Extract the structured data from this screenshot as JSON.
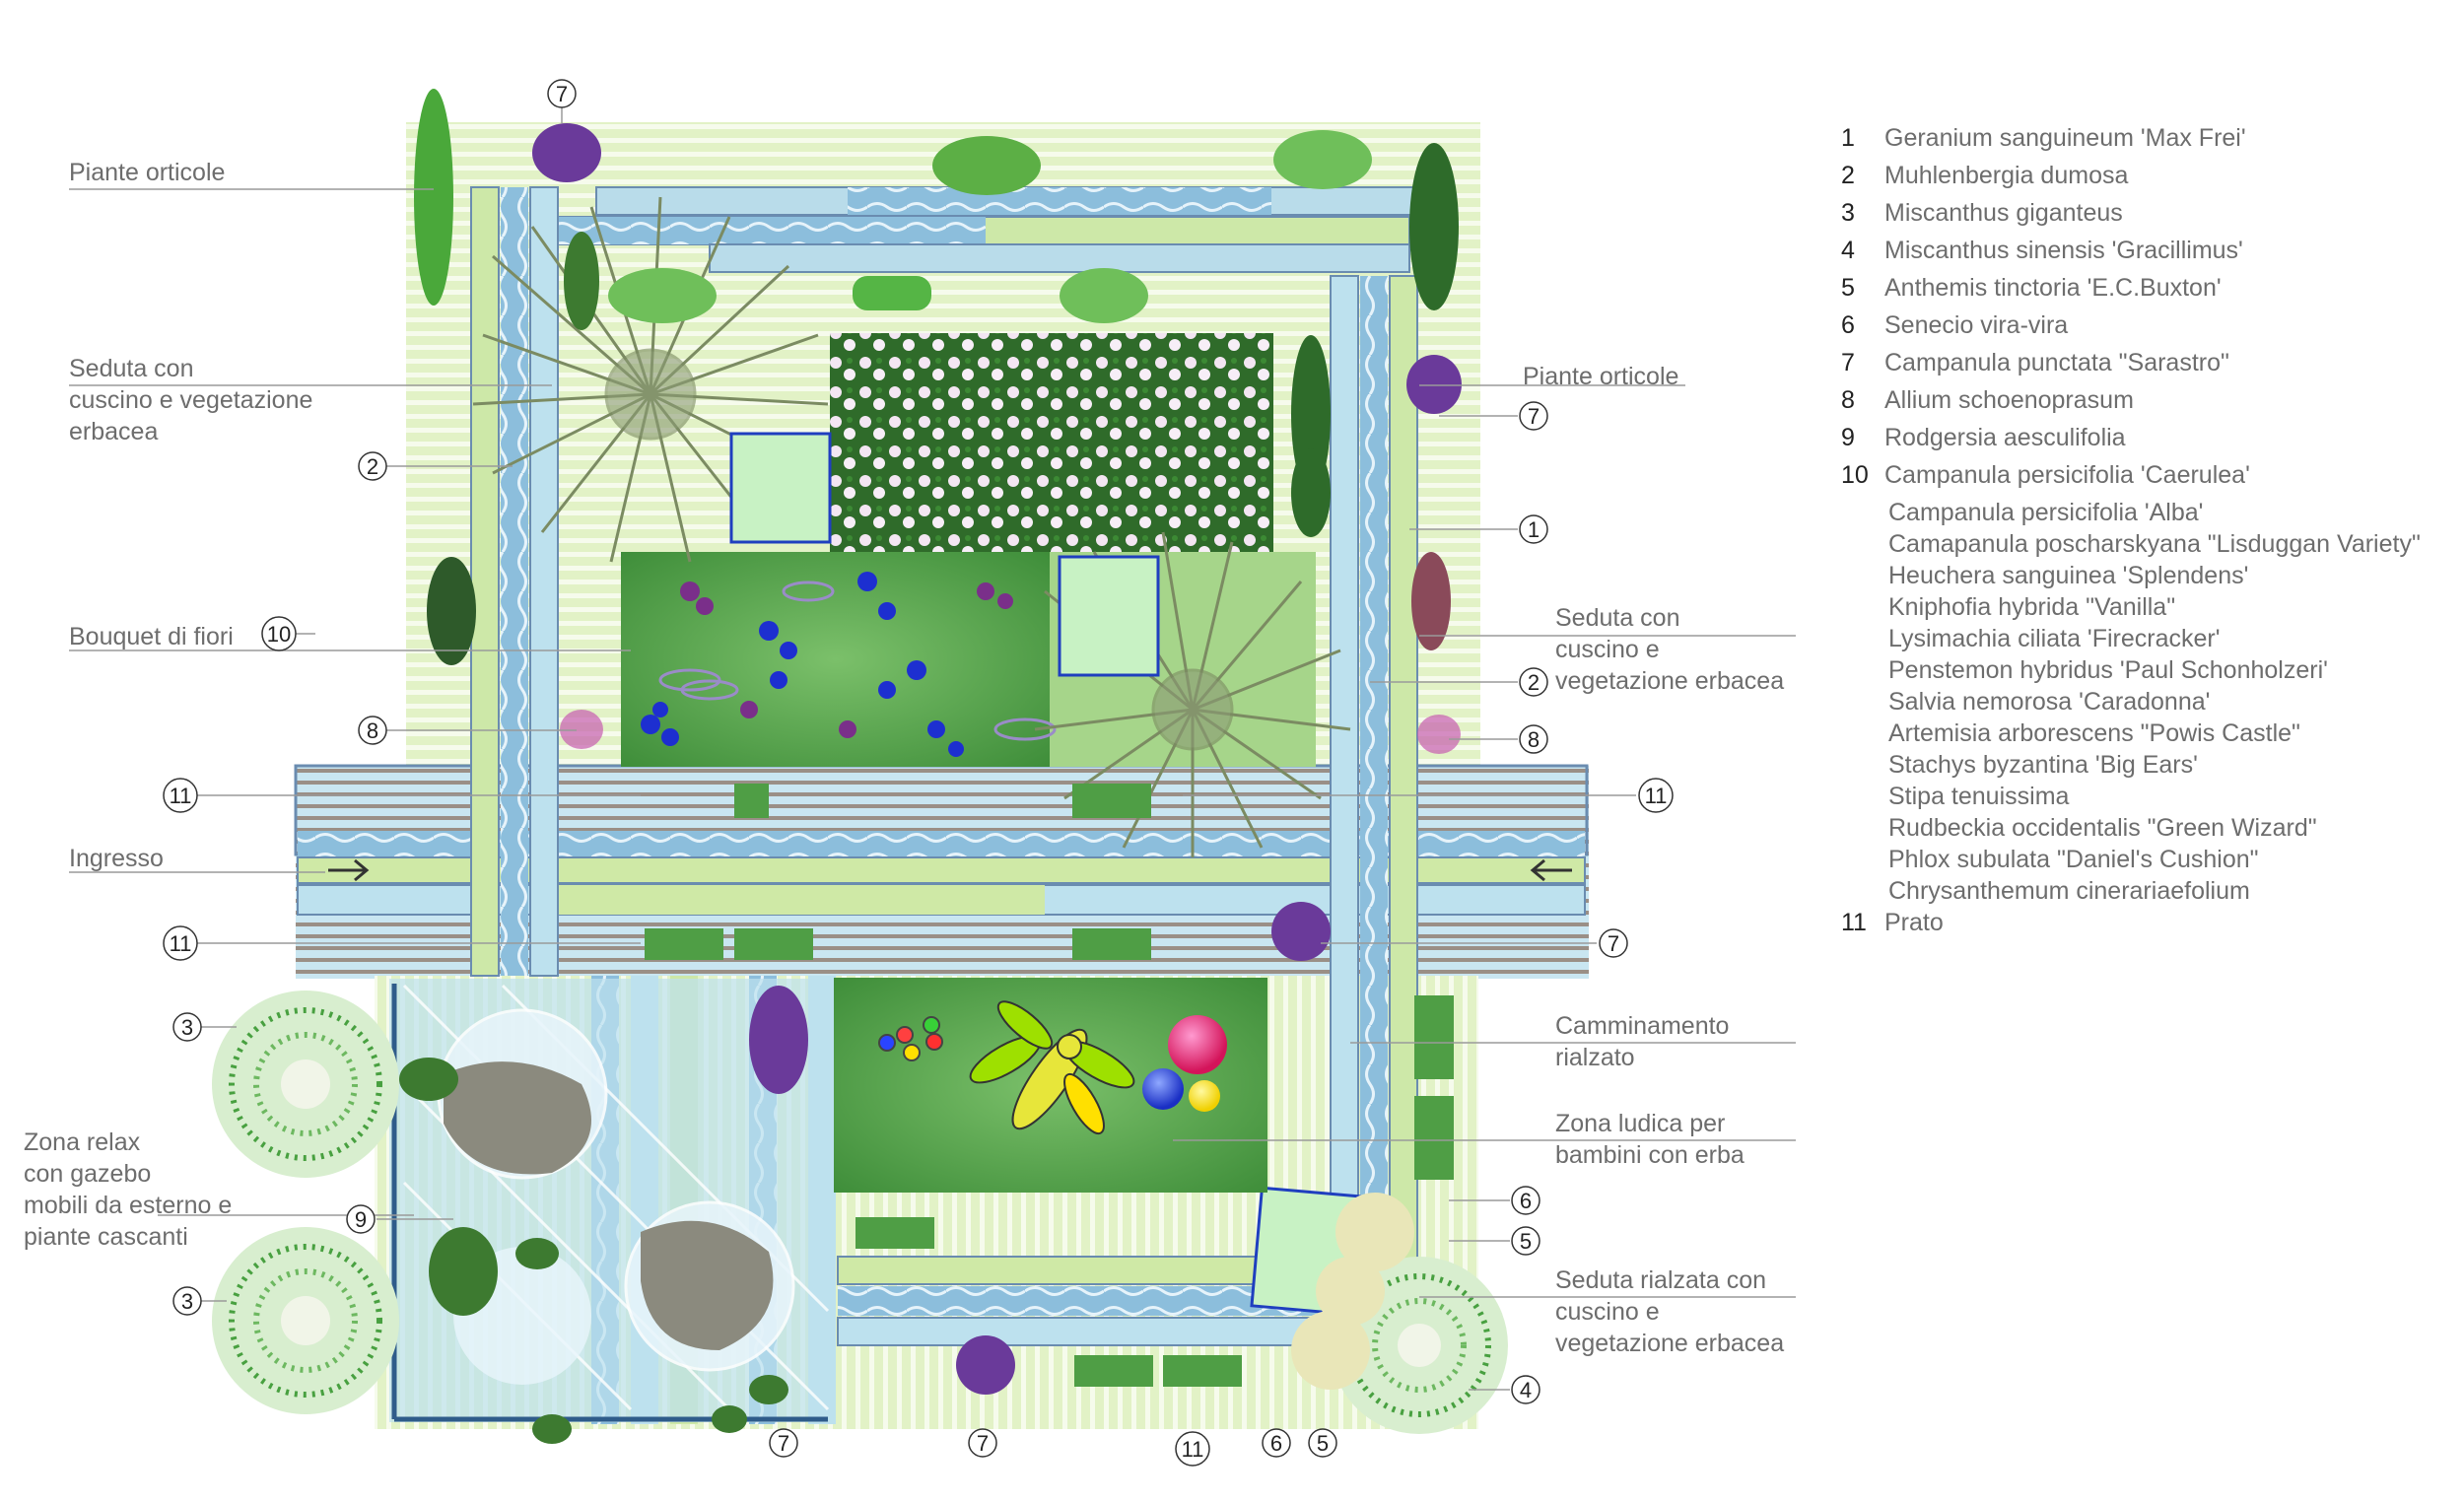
{
  "labels": {
    "piante_orticole_left": "Piante orticole",
    "seduta_left": "Seduta con\ncuscino e vegetazione\nerbacea",
    "bouquet": "Bouquet di fiori",
    "ingresso": "Ingresso",
    "zona_relax": "Zona relax\ncon gazebo\nmobili da esterno e\npiante cascanti",
    "piante_orticole_right": "Piante orticole",
    "seduta_right": "Seduta con\ncuscino e\nvegetazione erbacea",
    "camminamento": "Camminamento\nrialzato",
    "zona_ludica": "Zona ludica per\nbambini con erba",
    "seduta_rialzata": "Seduta rialzata con\ncuscino e\nvegetazione erbacea"
  },
  "markers": [
    {
      "id": "m7-top",
      "text": "7"
    },
    {
      "id": "m2-left",
      "text": "2"
    },
    {
      "id": "m10",
      "text": "10"
    },
    {
      "id": "m8-left",
      "text": "8"
    },
    {
      "id": "m11-left-top",
      "text": "11"
    },
    {
      "id": "m11-left-bottom",
      "text": "11"
    },
    {
      "id": "m3-top",
      "text": "3"
    },
    {
      "id": "m9",
      "text": "9"
    },
    {
      "id": "m3-bottom",
      "text": "3"
    },
    {
      "id": "m7-bottom-left",
      "text": "7"
    },
    {
      "id": "m7-bottom-mid",
      "text": "7"
    },
    {
      "id": "m11-bottom",
      "text": "11"
    },
    {
      "id": "m6-bottom",
      "text": "6"
    },
    {
      "id": "m5-bottom",
      "text": "5"
    },
    {
      "id": "m7-right-top",
      "text": "7"
    },
    {
      "id": "m1",
      "text": "1"
    },
    {
      "id": "m2-right",
      "text": "2"
    },
    {
      "id": "m8-right",
      "text": "8"
    },
    {
      "id": "m11-right",
      "text": "11"
    },
    {
      "id": "m7-right-mid",
      "text": "7"
    },
    {
      "id": "m6-right",
      "text": "6"
    },
    {
      "id": "m5-right",
      "text": "5"
    },
    {
      "id": "m4",
      "text": "4"
    }
  ],
  "legend": [
    {
      "num": "1",
      "names": [
        "Geranium sanguineum 'Max Frei'"
      ]
    },
    {
      "num": "2",
      "names": [
        "Muhlenbergia dumosa"
      ]
    },
    {
      "num": "3",
      "names": [
        "Miscanthus giganteus"
      ]
    },
    {
      "num": "4",
      "names": [
        "Miscanthus sinensis 'Gracillimus'"
      ]
    },
    {
      "num": "5",
      "names": [
        "Anthemis tinctoria 'E.C.Buxton'"
      ]
    },
    {
      "num": "6",
      "names": [
        "Senecio vira-vira"
      ]
    },
    {
      "num": "7",
      "names": [
        "Campanula punctata \"Sarastro\""
      ]
    },
    {
      "num": "8",
      "names": [
        "Allium schoenoprasum"
      ]
    },
    {
      "num": "9",
      "names": [
        "Rodgersia aesculifolia"
      ]
    },
    {
      "num": "10",
      "names": [
        "Campanula persicifolia 'Caerulea'",
        "Campanula persicifolia 'Alba'",
        "Camapanula poscharskyana \"Lisduggan Variety\"",
        "Heuchera sanguinea 'Splendens'",
        "Kniphofia hybrida \"Vanilla\"",
        "Lysimachia ciliata 'Firecracker'",
        "Penstemon hybridus 'Paul Schonholzeri'",
        "Salvia nemorosa 'Caradonna'",
        "Artemisia arborescens \"Powis Castle\"",
        "Stachys byzantina 'Big Ears'",
        "Stipa tenuissima",
        "Rudbeckia occidentalis \"Green Wizard\"",
        "Phlox subulata \"Daniel's Cushion\"",
        "Chrysanthemum cinerariaefolium"
      ]
    },
    {
      "num": "11",
      "names": [
        "Prato"
      ]
    }
  ],
  "colors": {
    "light_green": "#d6edb0",
    "mid_green": "#a9d07a",
    "light_blue": "#bfe0ee",
    "water_blue": "#7fb3d6",
    "lawn": "#4f9e45",
    "deck_line": "#6a8cb0",
    "leader": "#9a9a9a"
  }
}
